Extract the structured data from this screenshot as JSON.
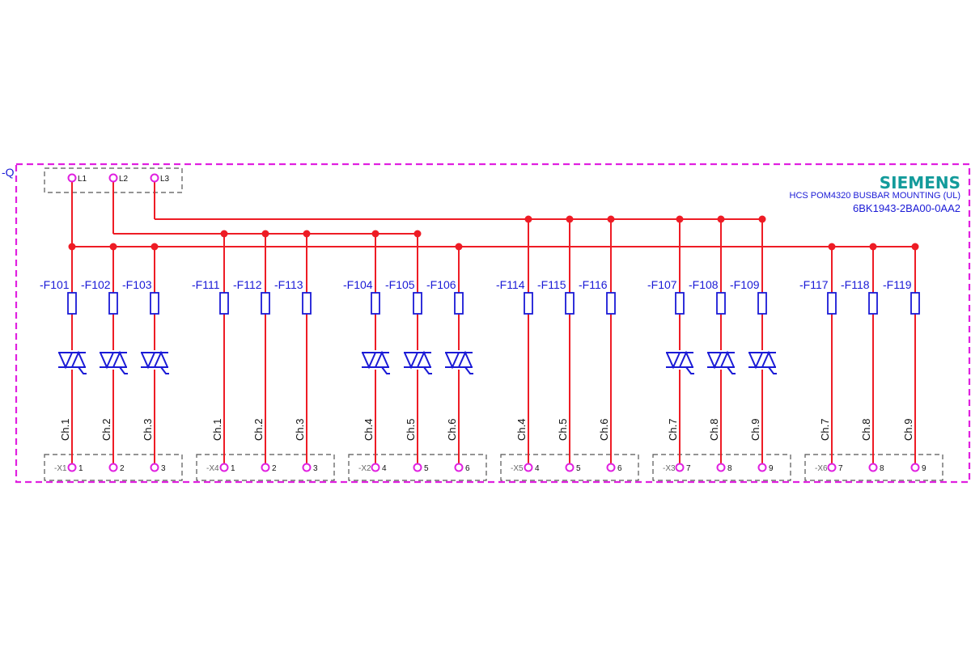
{
  "device": {
    "tag": "-Q",
    "brand": "SIEMENS",
    "description": "HCS POM4320 BUSBAR MOUNTING (UL)",
    "part_number": "6BK1943-2BA00-0AA2"
  },
  "supply_terminals": [
    "L1",
    "L2",
    "L3"
  ],
  "groups": [
    {
      "terminal": "-X1",
      "phases": [
        "L1",
        "L1",
        "L1"
      ],
      "fuses": [
        "-F101",
        "-F102",
        "-F103"
      ],
      "thyristors": true,
      "channels": [
        "Ch.1",
        "Ch.2",
        "Ch.3"
      ],
      "pins": [
        "1",
        "2",
        "3"
      ]
    },
    {
      "terminal": "-X4",
      "phases": [
        "L2",
        "L2",
        "L2"
      ],
      "fuses": [
        "-F111",
        "-F112",
        "-F113"
      ],
      "thyristors": false,
      "channels": [
        "Ch.1",
        "Ch.2",
        "Ch.3"
      ],
      "pins": [
        "1",
        "2",
        "3"
      ]
    },
    {
      "terminal": "-X2",
      "phases": [
        "L2",
        "L2",
        "L1"
      ],
      "fuses": [
        "-F104",
        "-F105",
        "-F106"
      ],
      "thyristors": true,
      "channels": [
        "Ch.4",
        "Ch.5",
        "Ch.6"
      ],
      "pins": [
        "4",
        "5",
        "6"
      ]
    },
    {
      "terminal": "-X5",
      "phases": [
        "L3",
        "L3",
        "L3"
      ],
      "fuses": [
        "-F114",
        "-F115",
        "-F116"
      ],
      "thyristors": false,
      "channels": [
        "Ch.4",
        "Ch.5",
        "Ch.6"
      ],
      "pins": [
        "4",
        "5",
        "6"
      ]
    },
    {
      "terminal": "-X3",
      "phases": [
        "L3",
        "L3",
        "L3"
      ],
      "fuses": [
        "-F107",
        "-F108",
        "-F109"
      ],
      "thyristors": true,
      "channels": [
        "Ch.7",
        "Ch.8",
        "Ch.9"
      ],
      "pins": [
        "7",
        "8",
        "9"
      ]
    },
    {
      "terminal": "-X6",
      "phases": [
        "L1",
        "L1",
        "L1"
      ],
      "fuses": [
        "-F117",
        "-F118",
        "-F119"
      ],
      "thyristors": false,
      "channels": [
        "Ch.7",
        "Ch.8",
        "Ch.9"
      ],
      "pins": [
        "7",
        "8",
        "9"
      ]
    }
  ],
  "colors": {
    "wire": "#ee1c25",
    "component": "#1a1ad6",
    "terminal": "#e020e0",
    "enclosure": "#e020e0",
    "brand": "#139b9b",
    "dashed_box": "#555555"
  }
}
